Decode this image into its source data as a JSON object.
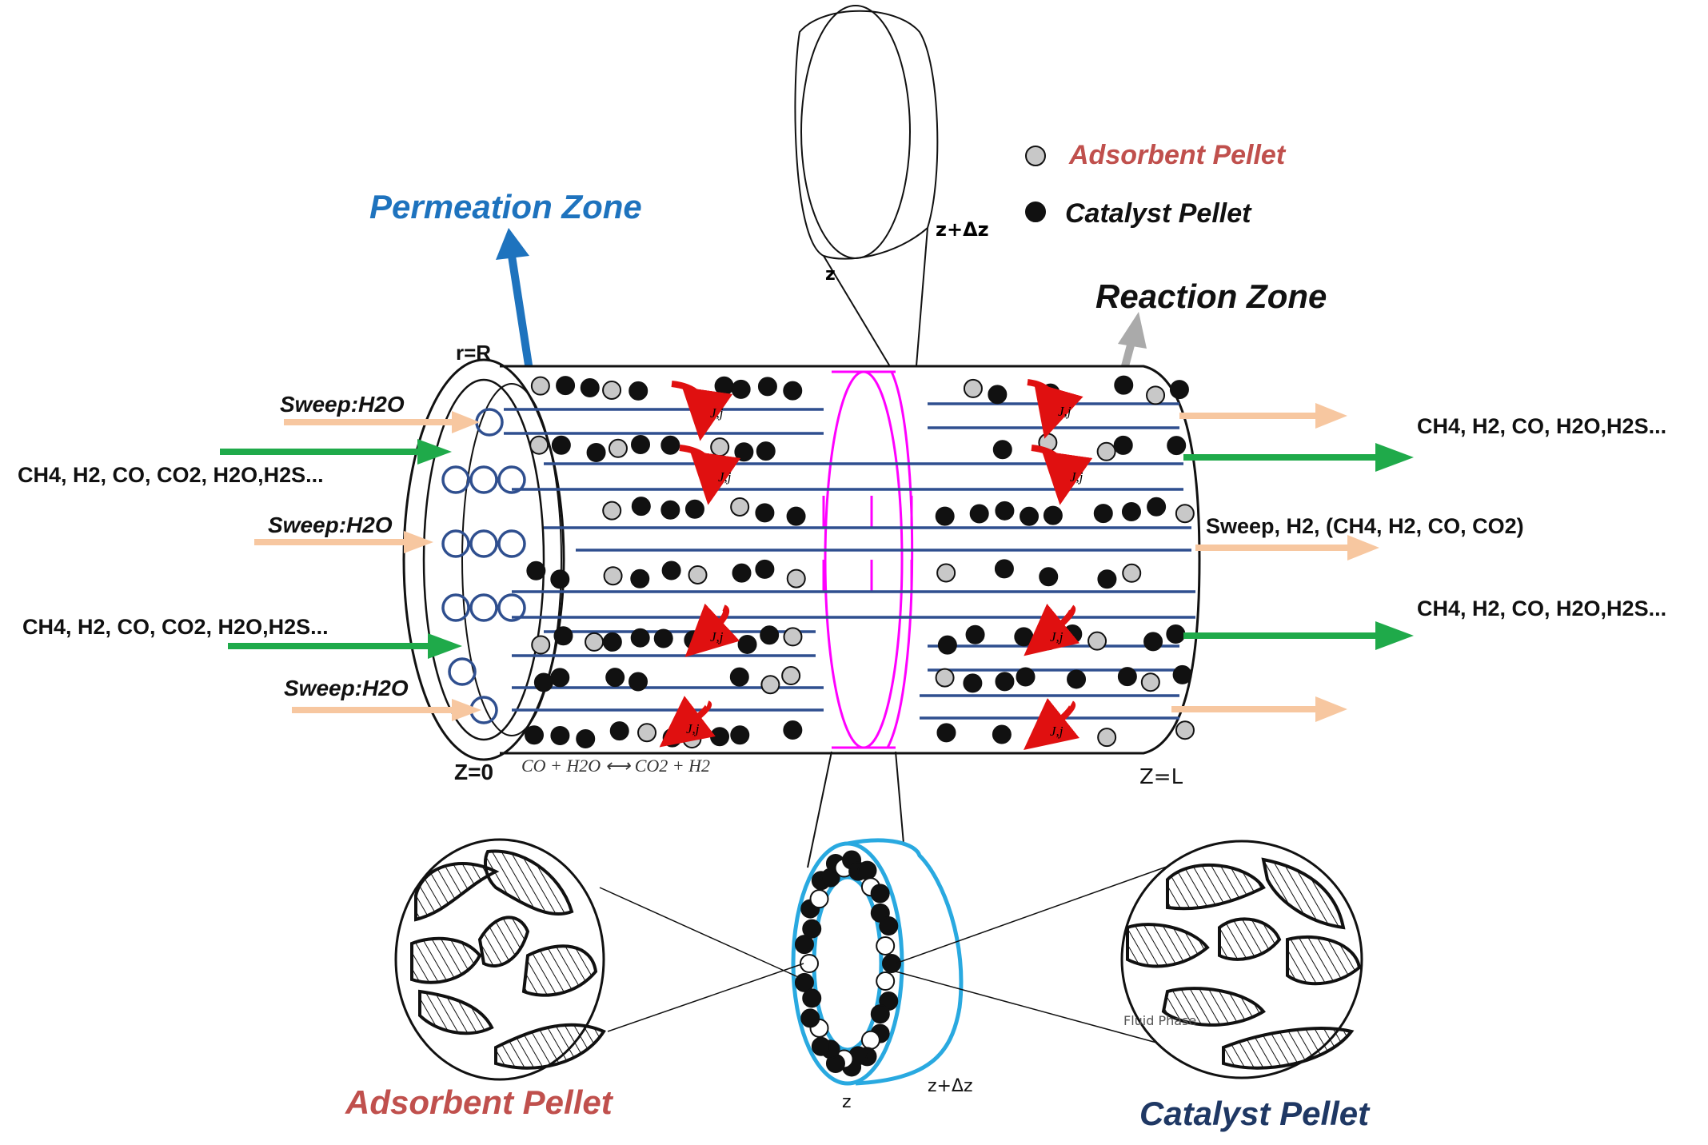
{
  "labels": {
    "permeation_zone": "Permeation Zone",
    "reaction_zone": "Reaction Zone",
    "legend_adsorbent": "Adsorbent Pellet",
    "legend_catalyst": "Catalyst Pellet",
    "sweep1": "Sweep:H2O",
    "sweep2": "Sweep:H2O",
    "sweep3": "Sweep:H2O",
    "feed1": "CH4, H2, CO, CO2, H2O,H2S...",
    "feed2": "CH4, H2, CO, CO2, H2O,H2S...",
    "out1": "CH4, H2, CO, H2O,H2S...",
    "out2": "CH4, H2, CO, H2O,H2S...",
    "sweep_out": "Sweep, H2, (CH4, H2, CO, CO2)",
    "r_eq_R": "r=R",
    "z0": "Z=0",
    "zL": "Z=L",
    "z_top": "z",
    "z_dz_top": "z+Δz",
    "z_bottom": "z",
    "z_dz_bottom": "z+Δz",
    "reaction": "CO  +   H2O  ⟷  CO2 +  H2",
    "fluid_phase": "Fluid Phase",
    "bottom_adsorbent": "Adsorbent Pellet",
    "bottom_catalyst": "Catalyst Pellet",
    "flux": "J,j"
  },
  "colors": {
    "permeation": "#1e73be",
    "adsorbent_label": "#c0504d",
    "catalyst_label": "#1f3864",
    "membrane_tube": "#2f4f8f",
    "feed_arrow": "#1faa4a",
    "sweep_arrow": "#f7c7a0",
    "reaction_arrow": "#aaaaaa",
    "slice_outline": "#ff00ff",
    "ring_outline": "#29a9e0",
    "flux_arrow": "#e01010"
  }
}
